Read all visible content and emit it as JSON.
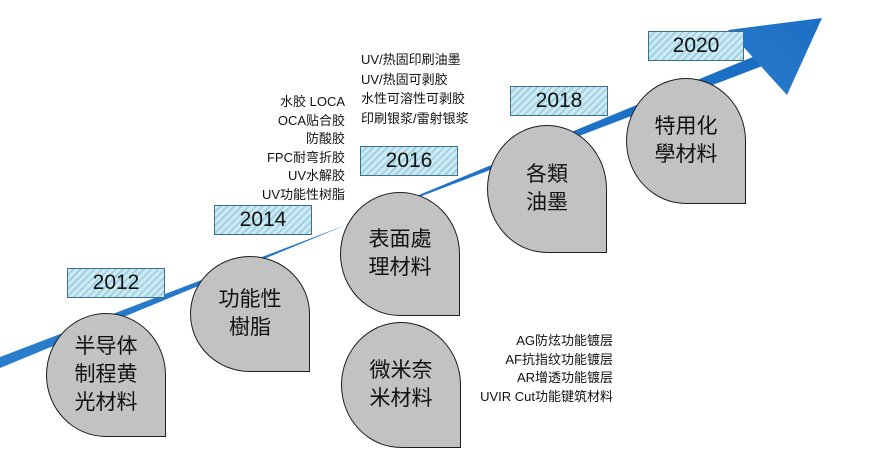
{
  "years": [
    "2012",
    "2014",
    "2016",
    "2018",
    "2020"
  ],
  "stages": [
    [
      "半导体",
      "制程黄",
      "光材料"
    ],
    [
      "功能性",
      "樹脂"
    ],
    [
      "表面處",
      "理材料"
    ],
    [
      "各類",
      "油墨"
    ],
    [
      "特用化",
      "學材料"
    ],
    [
      "微米奈",
      "米材料"
    ]
  ],
  "notes": {
    "resins": [
      "水胶 LOCA",
      "OCA贴合胶",
      "防酸胶",
      "FPC耐弯折胶",
      "UV水解胶",
      "UV功能性树脂"
    ],
    "inks": [
      "UV/热固印刷油墨",
      "UV/热固可剥胶",
      "水性可溶性可剥胶",
      "印刷银浆/雷射银浆"
    ],
    "coatings": [
      "AG防炫功能镀层",
      "AF抗指纹功能镀层",
      "AR增透功能镀层",
      "UVIR Cut功能键筑材料"
    ]
  },
  "colors": {
    "arrow": "#1a73c7",
    "drop_fill": "#c2c2c2",
    "year_box": "#a8d8e6"
  }
}
